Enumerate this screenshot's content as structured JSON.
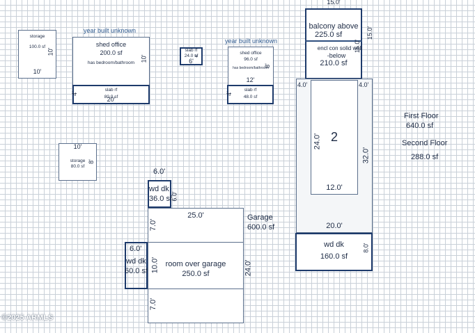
{
  "header_labels": {
    "year_built_left": "year built unknown",
    "year_built_right": "year built unknown"
  },
  "rooms": {
    "storage_top": {
      "title": "storage",
      "area": "100.0 sf",
      "width": "10'",
      "depth": "10'"
    },
    "shed_office_left": {
      "title": "shed office",
      "area": "200.0 sf",
      "note": "has bedroom/bathroom",
      "side": "10'"
    },
    "slab_left": {
      "title": "slab rf",
      "area": "80.0 sf",
      "width": "20'",
      "depth": "4'"
    },
    "slab_small": {
      "title": "slab rf",
      "area": "24.0 sf",
      "width": "6'",
      "depth": "4'"
    },
    "shed_office_right": {
      "title": "shed office",
      "area": "96.0 sf",
      "note": "has bedroom/bathroom",
      "side": "8'"
    },
    "slab_right": {
      "title": "slab rf",
      "area": "48.0 sf",
      "width": "12'",
      "depth": "4'"
    },
    "balcony": {
      "title": "balcony above",
      "area": "225.0 sf",
      "width": "15.0'",
      "depth": "15.0'"
    },
    "encl": {
      "title": "encl con solid wall",
      "subtitle": "-below",
      "area": "210.0 sf",
      "depth": "15.0'"
    },
    "upper_floor": {
      "number": "2",
      "width": "12.0'",
      "depth": "24.0'"
    },
    "main_building": {
      "width": "20.0'",
      "depth": "32.0'",
      "left_step": "4.0'",
      "right_step": "4.0'"
    },
    "wd_dk_right": {
      "title": "wd dk",
      "area": "160.0 sf",
      "depth": "8.0'"
    },
    "storage_mid": {
      "title": "storage",
      "area": "80.0 sf",
      "width": "10'",
      "depth": "8'"
    },
    "wd_dk_top": {
      "title": "wd dk",
      "area": "36.0 sf",
      "width": "6.0'",
      "depth": "6.0'"
    },
    "garage": {
      "title": "Garage",
      "area": "600.0 sf",
      "width": "25.0'",
      "depth": "24.0'",
      "top_seg": "7.0'",
      "bottom_seg": "7.0'"
    },
    "room_over_garage": {
      "title": "room over garage",
      "area": "250.0 sf",
      "depth": "10.0'"
    },
    "wd_dk_left": {
      "title": "wd dk",
      "area": "60.0 sf",
      "width": "6.0'"
    }
  },
  "floor_summary": {
    "first_floor_label": "First Floor",
    "first_floor_area": "640.0 sf",
    "second_floor_label": "Second Floor",
    "second_floor_area": "288.0 sf"
  },
  "watermark": "©2025 ARMLS",
  "colors": {
    "grid": "#c9d0d8",
    "wall": "#1d3a6b",
    "text": "#1c2a44"
  }
}
